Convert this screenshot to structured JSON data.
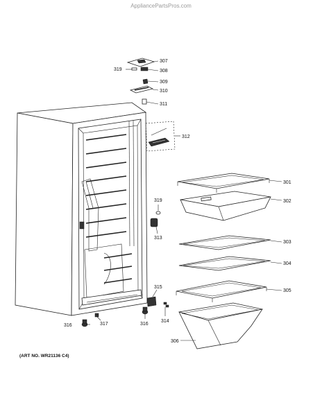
{
  "watermark": "AppliancePartsPros.com",
  "art_number": "(ART NO. WR21136 C4)",
  "callouts": {
    "c307": "307",
    "c308": "308",
    "c319a": "319",
    "c309": "309",
    "c310": "310",
    "c311": "311",
    "c312": "312",
    "c301": "301",
    "c302": "302",
    "c319b": "319",
    "c313": "313",
    "c303": "303",
    "c304": "304",
    "c305": "305",
    "c315": "315",
    "c316a": "316",
    "c317": "317",
    "c316b": "316",
    "c314": "314",
    "c306": "306"
  }
}
